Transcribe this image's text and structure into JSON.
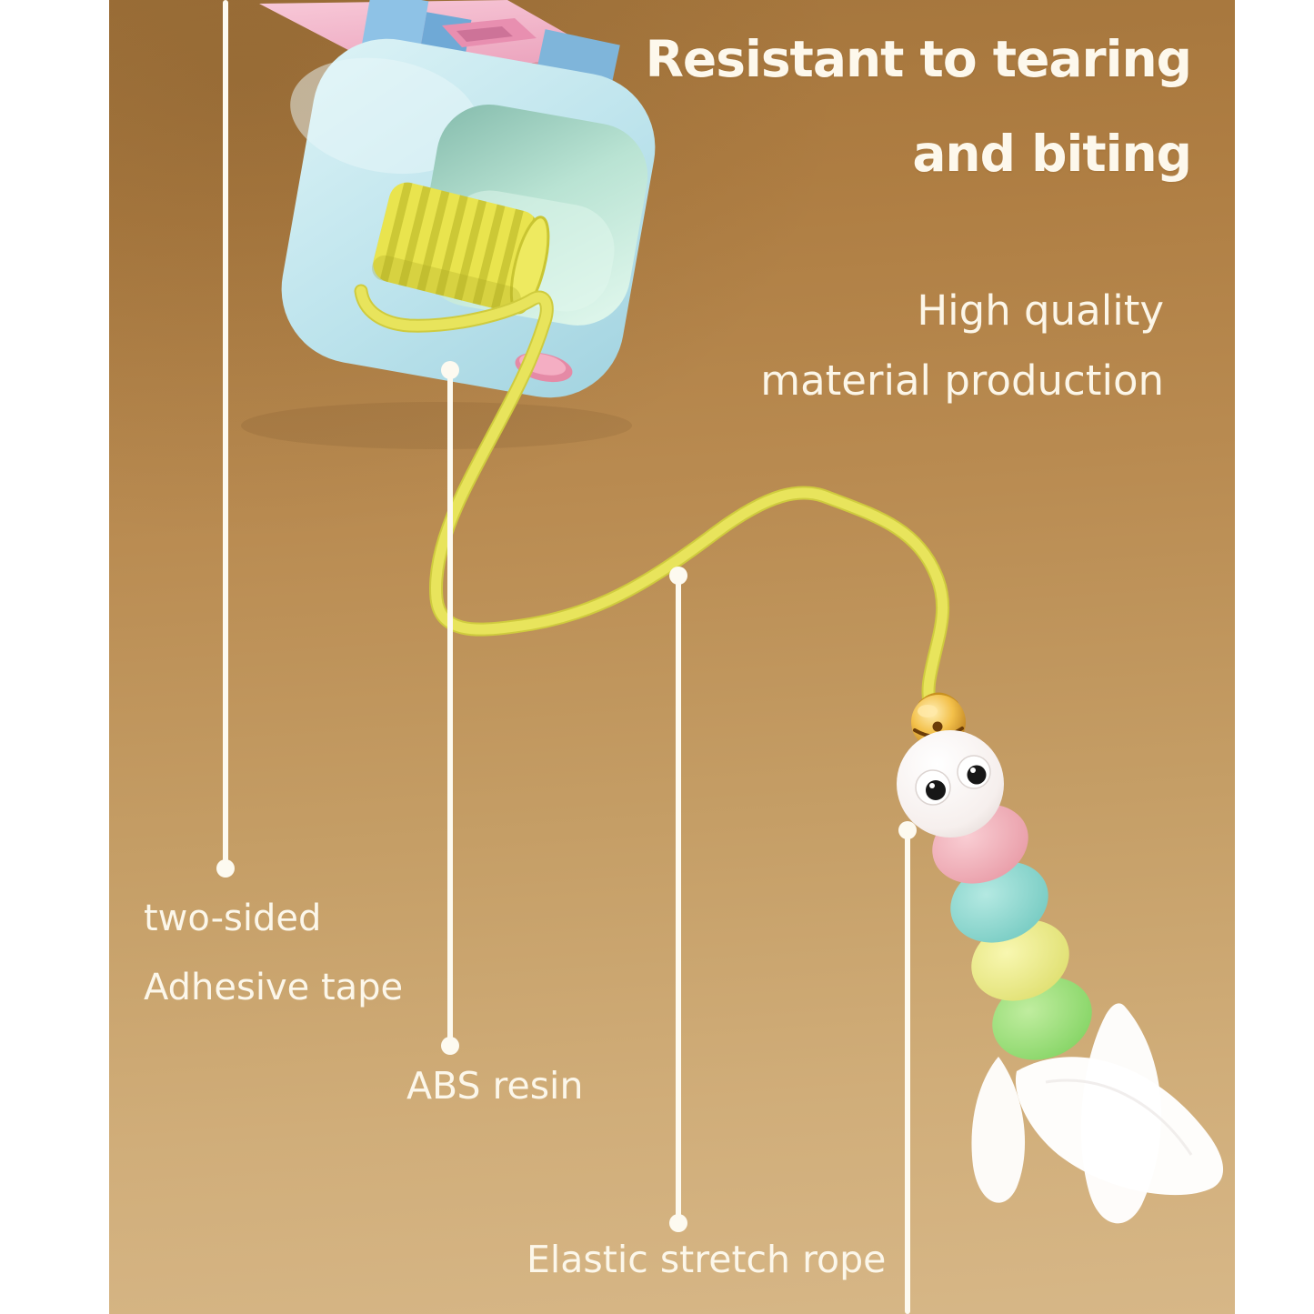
{
  "title": {
    "line1": "Resistant to tearing",
    "line2": "and biting"
  },
  "subtitle": {
    "line1": "High quality",
    "line2": "material production"
  },
  "callouts": {
    "adhesive_tape": {
      "line1": "two-sided",
      "line2": "Adhesive tape"
    },
    "abs_resin": {
      "label": "ABS resin"
    },
    "elastic_rope": {
      "label": "Elastic stretch rope"
    }
  },
  "colors": {
    "text_white": "#fdf8ec",
    "callout_white": "#fdfaf0",
    "background_top_brown": "#a4753c",
    "background_bottom_tan": "#d7b787",
    "rope_yellow": "#e5e156",
    "spring_yellow": "#e9e44e",
    "clamp_blue": "#bce3ec",
    "cavity_mint": "#b9e3d3",
    "plate_pink": "#f3b2c7",
    "button_pink": "#ef9db5",
    "bell_gold": "#f3c04a",
    "segment_pink": "#ea9aa6",
    "segment_cyan": "#76cbc2",
    "segment_yellow": "#e0e070",
    "segment_green": "#82d464",
    "margin_white": "#ffffff"
  }
}
